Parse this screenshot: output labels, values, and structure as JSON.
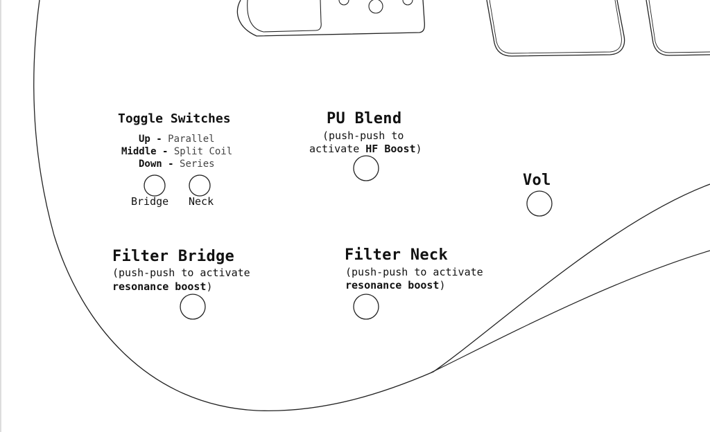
{
  "toggle": {
    "title": "Toggle Switches",
    "up_key": "Up",
    "up_sep": " - ",
    "up_val": "Parallel",
    "middle_key": "Middle",
    "middle_sep": " - ",
    "middle_val": "Split Coil",
    "down_key": "Down",
    "down_sep": " - ",
    "down_val": "Series",
    "bridge_label": "Bridge",
    "neck_label": "Neck"
  },
  "pu_blend": {
    "title": "PU Blend",
    "line1": "(push-push to",
    "line2_pre": "activate ",
    "line2_bold": "HF Boost",
    "line2_post": ")"
  },
  "vol": {
    "title": "Vol"
  },
  "filter_bridge": {
    "title": "Filter Bridge",
    "line1": "(push-push to activate",
    "line2_bold": "resonance boost",
    "line2_post": ")"
  },
  "filter_neck": {
    "title": "Filter Neck",
    "line1": "(push-push to activate",
    "line2_bold": "resonance boost",
    "line2_post": ")"
  },
  "colors": {
    "line": "#222222",
    "background": "#ffffff"
  }
}
